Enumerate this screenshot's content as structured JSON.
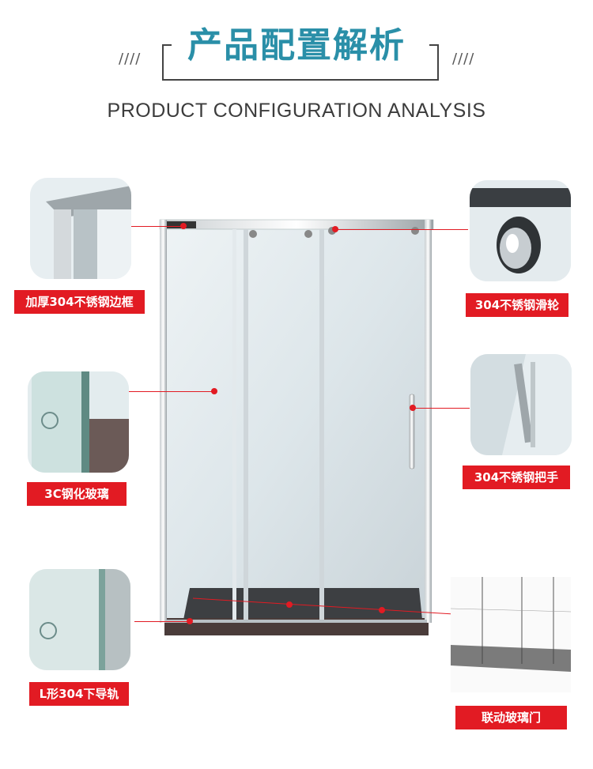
{
  "header": {
    "title": "产品配置解析",
    "subtitle": "PRODUCT CONFIGURATION ANALYSIS",
    "left_deco": "////",
    "right_deco": "////"
  },
  "features": {
    "frame": "加厚304不锈钢边框",
    "roller": "304不锈钢滑轮",
    "glass": "3C钢化玻璃",
    "handle": "304不锈钢把手",
    "rail": "L形304下导轨",
    "linked_door": "联动玻璃门"
  },
  "colors": {
    "accent": "#e21b23",
    "title": "#2a8fa8"
  }
}
